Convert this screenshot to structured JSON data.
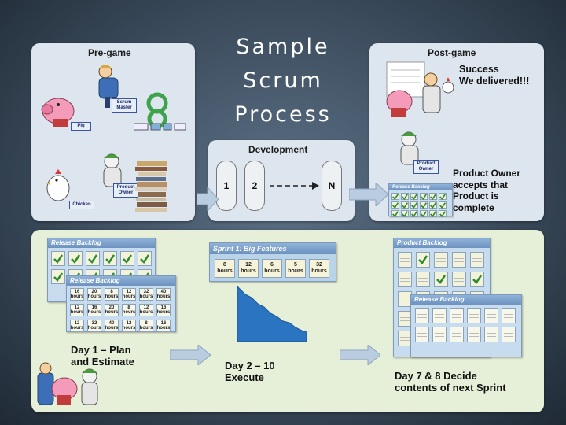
{
  "title": [
    "Sample",
    "Scrum",
    "Process"
  ],
  "pregame": {
    "title": "Pre-game",
    "scrum_master_tag": "Scrum Master",
    "pig_tag": "Pig",
    "product_owner_tag": "Product Owner",
    "chicken_tag": "Chicken"
  },
  "postgame": {
    "title": "Post-game",
    "success_line1": "Success",
    "success_line2": "We delivered!!!",
    "product_owner_tag": "Product Owner",
    "accept_lines": [
      "Product Owner",
      "accepts that",
      "Product is",
      "complete"
    ],
    "mini_backlog_label": "Release Backlog"
  },
  "development": {
    "title": "Development",
    "stages": [
      "1",
      "2",
      "N"
    ]
  },
  "bottom": {
    "release_backlog_label": "Release Backlog",
    "release_backlog_label2": "Release Backlog",
    "hours_grid": [
      [
        "16 hours",
        "20 hours",
        "8 hours",
        "12 hours",
        "32 hours",
        "40 hours"
      ],
      [
        "12 hours",
        "16 hours",
        "20 hours",
        "8 hours",
        "12 hours",
        "16 hours"
      ],
      [
        "12 hours",
        "32 hours",
        "40 hours",
        "12 hours",
        "8 hours",
        "16 hours"
      ]
    ],
    "sprint_title": "Sprint 1: Big Features",
    "sprint_cells": [
      {
        "num": "8",
        "unit": "hours"
      },
      {
        "num": "12",
        "unit": "hours"
      },
      {
        "num": "6",
        "unit": "hours"
      },
      {
        "num": "5",
        "unit": "hours"
      },
      {
        "num": "32",
        "unit": "hours"
      }
    ],
    "day1_lines": [
      "Day 1 – Plan",
      "and Estimate"
    ],
    "day2_lines": [
      "Day 2 – 10",
      "Execute"
    ],
    "product_backlog_label": "Product Backlog",
    "release_backlog_label3": "Release Backlog",
    "day7_lines": [
      "Day 7 & 8 Decide",
      "contents of next Sprint"
    ]
  },
  "colors": {
    "panel": "#dde6ee",
    "burndown": "#2b74c2",
    "check": "#2f8a2c",
    "arrow": "#b9cce0"
  }
}
